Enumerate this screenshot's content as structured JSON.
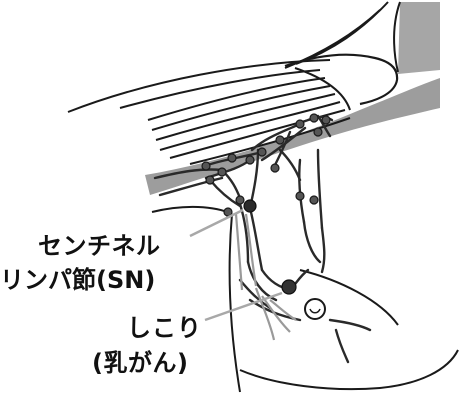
{
  "labels": {
    "sentinel_line1": "センチネル",
    "sentinel_line2": "リンパ節(SN)",
    "tumor_line1": "しこり",
    "tumor_line2": "(乳がん)"
  },
  "colors": {
    "outline": "#1a1a1a",
    "vessel": "#2a2a2a",
    "node": "#3a3a3a",
    "muscle_band": "#9a9a9a",
    "leader_line": "#aaaaaa",
    "tumor": "#333333"
  }
}
